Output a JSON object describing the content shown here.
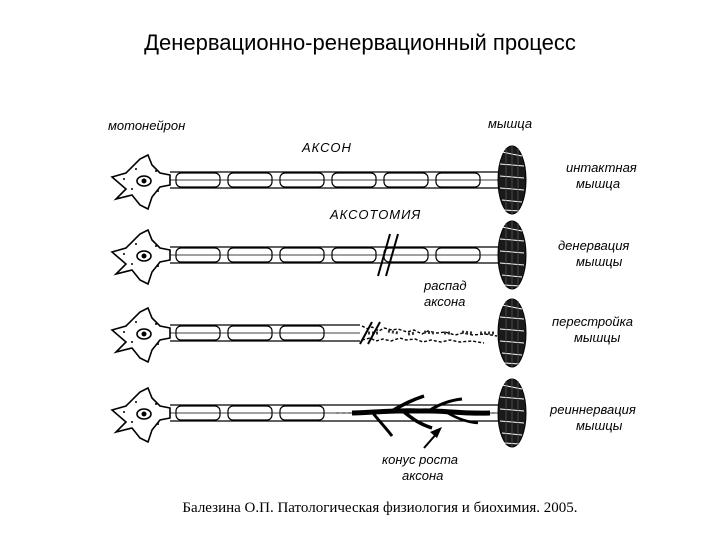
{
  "title": "Денервационно-ренервационный процесс",
  "labels": {
    "motoneuron": "мотонейрон",
    "muscle": "мышца",
    "axon": "АКСОН",
    "intact_line1": "интактная",
    "intact_line2": "мышца",
    "axotomy": "АКСОТОМИЯ",
    "denervation_line1": "денервация",
    "denervation_line2": "мышцы",
    "decay_line1": "распад",
    "decay_line2": "аксона",
    "rebuild_line1": "перестройка",
    "rebuild_line2": "мышцы",
    "reinnervation_line1": "реиннервация",
    "reinnervation_line2": "мышцы",
    "cone_line1": "конус роста",
    "cone_line2": "аксона"
  },
  "caption": "Балезина О.П. Патологическая физиология и биохимия. 2005."
}
